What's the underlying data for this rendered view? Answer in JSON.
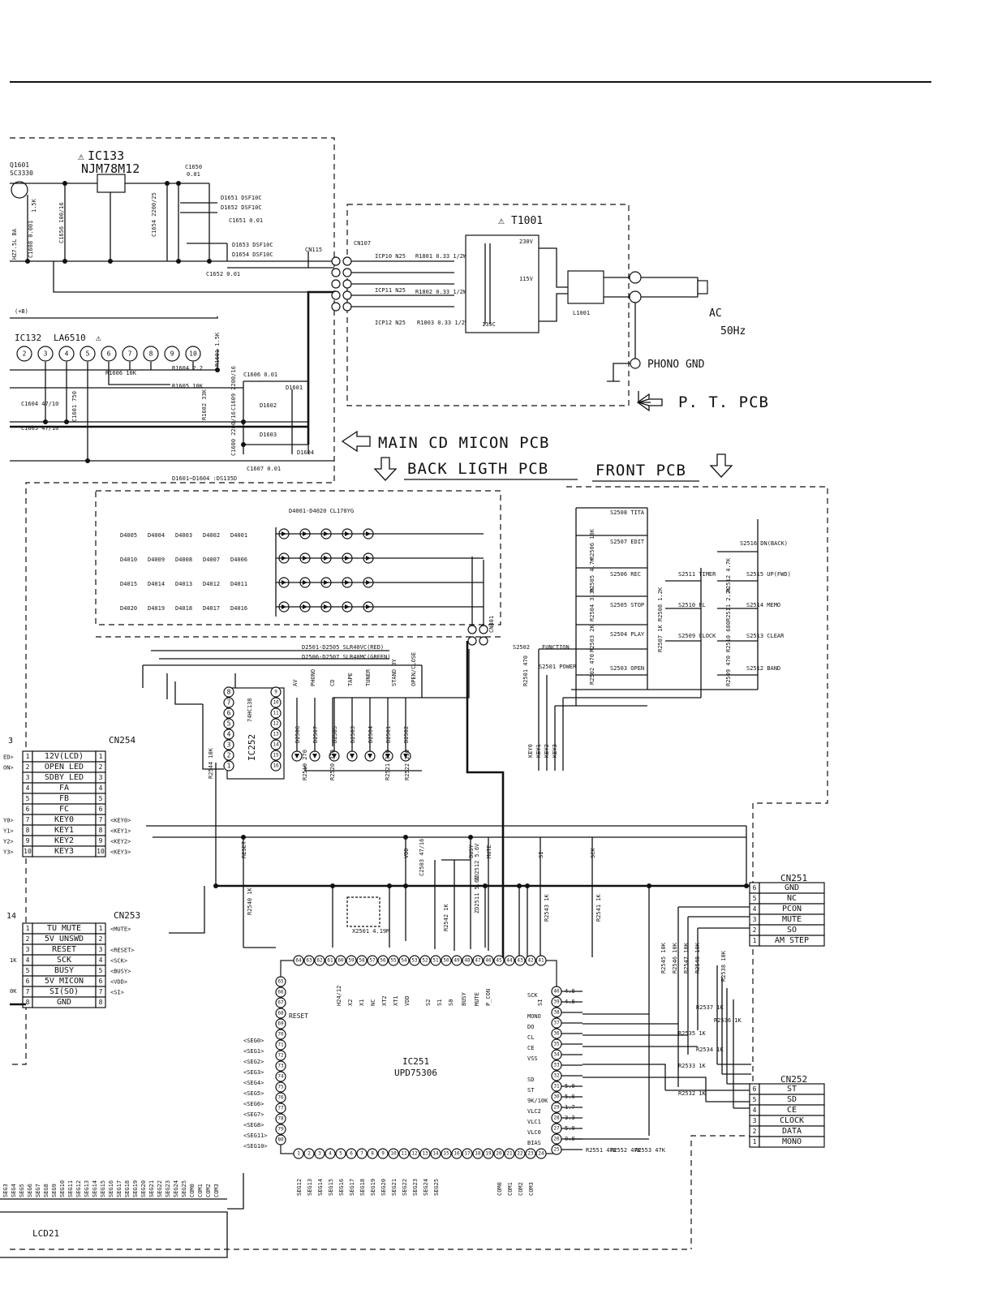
{
  "psu": {
    "ic133": {
      "ref": "IC133",
      "part": "NJM78M12"
    },
    "q1601": {
      "ref": "Q1601",
      "part": "SC3330"
    },
    "r1602": {
      "ref": "R1602",
      "value": "1.5K"
    },
    "c1650": {
      "ref": "C1650",
      "value": "0.01"
    },
    "d1651": "D1651  DSF10C",
    "d1652": "D1652  DSF10C",
    "c1651": "C1651  0.01",
    "c1656": "C1656  100/16",
    "c1654": "C1654  2200/25",
    "d1653": "D1653  DSF10C",
    "d1654": "D1654  DSF10C",
    "c1652": "C1652  0.01",
    "hz": "HZ7.5L BA",
    "c1608": "C1608  0.001",
    "cn115": "CN115",
    "tag_b": "(+B)",
    "ic132": {
      "ref": "IC132",
      "part": "LA6510"
    },
    "r1606": "R1606 10K",
    "r1604": "R1604 2.2",
    "r1605": "R1605 10K",
    "r1601": "R1601 1.5K",
    "c1606": "C1606  0.01",
    "d1601": "D1601",
    "d1602": "D1602",
    "c1604": "C1604 47/10",
    "c1601": "C1601 750",
    "c1605": "C1605 47/10",
    "r1602b": "R1602 33K",
    "c1609": "C1609 2200/16",
    "c1600": "C1600 2200/16",
    "d1603": "D1603",
    "d1604": "D1604",
    "c1607": "C1607  0.01",
    "diodes_note": "D1601~D1604 :DS135D"
  },
  "pt_pcb": {
    "t1001": "T1001",
    "cn107": "CN107",
    "icp10": "ICP10 N25",
    "r1801": "R1801 0.33 1/2W",
    "icp11": "ICP11 N25",
    "r1802": "R1802 0.33 1/2W",
    "icp12": "ICP12 N25",
    "r1803": "R1803 0.33 1/2W",
    "v230": "230V",
    "v115": "115V",
    "c135": "135C",
    "l1001": "L1001",
    "ac": "AC",
    "hz50": "50Hz",
    "phono_gnd": "PHONO GND",
    "label": "P. T.  PCB"
  },
  "boards": {
    "main": "MAIN CD MICON PCB",
    "back": "BACK LIGTH PCB",
    "front": "FRONT PCB"
  },
  "backlight": {
    "title": "D4001-D4020 CL170YG",
    "rows": [
      [
        "D4005",
        "D4004",
        "D4003",
        "D4002",
        "D4001"
      ],
      [
        "D4010",
        "D4009",
        "D4008",
        "D4007",
        "D4006"
      ],
      [
        "D4015",
        "D4014",
        "D4013",
        "D4012",
        "D4011"
      ],
      [
        "D4020",
        "D4019",
        "D4018",
        "D4017",
        "D4016"
      ]
    ],
    "cn401": "CN401"
  },
  "front": {
    "led_note_1": "D2501-D2505 SLR40VC(RED)",
    "led_note_2": "D2506-D2507 SLR40MC(GREEN)",
    "s2502": "S2502",
    "function": "FUNCTION",
    "switches": {
      "s2508": "S2508 TITA",
      "s2507": "S2507 EDIT",
      "s2506": "S2506 REC",
      "s2505": "S2505 STOP",
      "s2504": "S2504 PLAY",
      "s2503": "S2503 OPEN",
      "s2501": "S2501 POWER",
      "s2511": "S2511 TIMER",
      "s2510": "S2510 FL",
      "s2509": "S2509 CLOCK",
      "s2516": "S2516 DN(BACK)",
      "s2515": "S2515 UP(FWD)",
      "s2514": "S2514 MEMO",
      "s2513": "S2513 CLEAR",
      "s2512": "S2512 BAND"
    },
    "resistors": {
      "r2506": "R2506 10K",
      "r2505": "R2505 4.7K",
      "r2504": "R2504 3.3K",
      "r2503": "R2503 2K",
      "r2502": "R2502 470",
      "r2501": "R2501 470",
      "r2508": "R2508 1.2K",
      "r2507": "R2507 1K",
      "r2512": "R2512 4.7K",
      "r2511": "R2511 2.2K",
      "r2510": "R2510 680",
      "r2509": "R2509 470"
    },
    "key_labels": [
      "KEY0",
      "KEY1",
      "KEY2",
      "KEY3"
    ],
    "ic252": {
      "ref": "IC252",
      "part": "74HC138"
    },
    "ic252_pins_bottom": [
      "1",
      "2",
      "3",
      "4",
      "5",
      "6",
      "7",
      "8"
    ],
    "ic252_pins_top": [
      "16",
      "15",
      "14",
      "13",
      "12",
      "11",
      "10",
      "9"
    ],
    "led_labels": [
      "D2506",
      "D2507",
      "D2505",
      "D2503",
      "D2504",
      "D2501",
      "D2502"
    ],
    "func_labels": [
      "AV",
      "PHONO",
      "CD",
      "TAPE",
      "TUNER",
      "STAND BY",
      "OPEN/CLOSE"
    ],
    "r2544": "R2544 10K",
    "r2519": "R2519 270",
    "r2520": "R2520 330",
    "r2521": "R2521 330",
    "r2522": "R2522 330"
  },
  "cn254": {
    "ref": "CN254",
    "pin_count_label": "3",
    "rows": [
      {
        "n": "1",
        "name": "12V(LCD)",
        "ext": "ED"
      },
      {
        "n": "2",
        "name": "OPEN LED",
        "ext": "ON"
      },
      {
        "n": "3",
        "name": "SDBY LED",
        "ext": ""
      },
      {
        "n": "4",
        "name": "FA",
        "ext": ""
      },
      {
        "n": "5",
        "name": "FB",
        "ext": ""
      },
      {
        "n": "6",
        "name": "FC",
        "ext": ""
      },
      {
        "n": "7",
        "name": "KEY0",
        "ext": "Y0"
      },
      {
        "n": "8",
        "name": "KEY1",
        "ext": "Y1"
      },
      {
        "n": "9",
        "name": "KEY2",
        "ext": "Y2"
      },
      {
        "n": "10",
        "name": "KEY3",
        "ext": "Y3"
      }
    ],
    "tags": [
      "KEY0",
      "KEY1",
      "KEY2",
      "KEY3"
    ]
  },
  "cn253": {
    "ref": "CN253",
    "pin_count_label": "14",
    "rows": [
      {
        "n": "1",
        "name": "TU MUTE"
      },
      {
        "n": "2",
        "name": "5V UNSWD"
      },
      {
        "n": "3",
        "name": "RESET"
      },
      {
        "n": "4",
        "name": "SCK"
      },
      {
        "n": "5",
        "name": "BUSY"
      },
      {
        "n": "6",
        "name": "5V MICON"
      },
      {
        "n": "7",
        "name": "SI(SO)"
      },
      {
        "n": "8",
        "name": "GND"
      }
    ],
    "tags": [
      "MUTE",
      "",
      "RESET",
      "SCK",
      "BUSY",
      "VDD",
      "SI",
      ""
    ],
    "side_labels": [
      "1K",
      "0K"
    ]
  },
  "cn251": {
    "ref": "CN251",
    "rows": [
      {
        "n": "6",
        "name": "GND"
      },
      {
        "n": "5",
        "name": "NC"
      },
      {
        "n": "4",
        "name": "PCON"
      },
      {
        "n": "3",
        "name": "MUTE"
      },
      {
        "n": "2",
        "name": "SO"
      },
      {
        "n": "1",
        "name": "AM STEP"
      }
    ]
  },
  "cn252": {
    "ref": "CN252",
    "rows": [
      {
        "n": "6",
        "name": "ST"
      },
      {
        "n": "5",
        "name": "SD"
      },
      {
        "n": "4",
        "name": "CE"
      },
      {
        "n": "3",
        "name": "CLOCK"
      },
      {
        "n": "2",
        "name": "DATA"
      },
      {
        "n": "1",
        "name": "MONO"
      }
    ]
  },
  "ic251": {
    "ref": "IC251",
    "part": "UPD75306",
    "top_pins": [
      "64",
      "63",
      "62",
      "61",
      "60",
      "59",
      "58",
      "57",
      "56",
      "55",
      "54",
      "53",
      "52",
      "51",
      "50",
      "49",
      "48",
      "47",
      "46",
      "45",
      "44",
      "43",
      "42",
      "41"
    ],
    "top_labels": [
      "H24/12",
      "X2",
      "X1",
      "NC",
      "XT2",
      "XT1",
      "VDD",
      "S2",
      "S1",
      "S0",
      "BUSY",
      "MUTE",
      "P_CON",
      "SI"
    ],
    "left_pins": [
      "65",
      "66",
      "67",
      "68",
      "69",
      "70",
      "71",
      "72",
      "73",
      "74",
      "75",
      "76",
      "77",
      "78",
      "79",
      "80"
    ],
    "left_tags": [
      "SEG0",
      "SEG1",
      "SEG2",
      "SEG3",
      "SEG4",
      "SEG5",
      "SEG6",
      "SEG7",
      "SEG8",
      "SEG11",
      "SEG10"
    ],
    "reset": "RESET",
    "right_pins": [
      "40",
      "39",
      "38",
      "37",
      "36",
      "35",
      "34",
      "33",
      "32",
      "31",
      "30",
      "29",
      "28",
      "27",
      "26",
      "25"
    ],
    "right_labels": [
      "SCK",
      "MONO",
      "DO",
      "CL",
      "CE",
      "VSS",
      "SD",
      "ST",
      "9K/10K",
      "VLC2",
      "VLC1",
      "VLC0",
      "BIAS"
    ],
    "right_voltages": [
      "4.8",
      "4.8",
      "5.0",
      "5.0",
      "1.7",
      "3.3",
      "5.0",
      "0.0"
    ],
    "bottom_pins": [
      "1",
      "2",
      "3",
      "4",
      "5",
      "6",
      "7",
      "8",
      "9",
      "10",
      "11",
      "12",
      "13",
      "14",
      "15",
      "16",
      "17",
      "18",
      "19",
      "20",
      "21",
      "22",
      "23",
      "24"
    ],
    "bottom_tags": [
      "SEG12",
      "SEG13",
      "SEG14",
      "SEG15",
      "SEG16",
      "SEG17",
      "SEG18",
      "SEG19",
      "SEG20",
      "SEG21",
      "SEG22",
      "SEG23",
      "SEG24",
      "SEG25",
      "COM0",
      "COM1",
      "COM2",
      "COM3"
    ]
  },
  "misc": {
    "signals_top": [
      "RESET",
      "VDD",
      "BUSY",
      "MUTE",
      "SI",
      "SCK"
    ],
    "r2540": "R2540 1K",
    "r2542": "R2542 1K",
    "r2543": "R2543 1K",
    "r2541": "R2541 1K",
    "x2501": "X2501 4.19M",
    "zd2511": "ZD2511 5.6V",
    "zd2512": "ZD2512 5.6V",
    "c2503": "C2503 47/16",
    "r2545": "R2545 10K",
    "r2546": "R2546 10K",
    "r2547": "R2547 10K",
    "r2548": "R2548 10K",
    "r2538": "R2538 10K",
    "r2537": "R2537 1K",
    "r2536": "R2536 1K",
    "r2535": "R2535 1K",
    "r2534": "R2534 1K",
    "r2533": "R2533 1K",
    "r2532": "R2532 1K",
    "r2551": "R2551 47K",
    "r2552": "R2552 47K",
    "r2553": "R2553 47K",
    "lcd": "LCD21",
    "lcd_tags": [
      "SEG3",
      "SEG4",
      "SEG5",
      "SEG6",
      "SEG7",
      "SEG8",
      "SEG9",
      "SEG10",
      "SEG11",
      "SEG12",
      "SEG13",
      "SEG14",
      "SEG15",
      "SEG16",
      "SEG17",
      "SEG18",
      "SEG19",
      "SEG20",
      "SEG21",
      "SEG22",
      "SEG23",
      "SEG24",
      "SEG25",
      "COM0",
      "COM1",
      "COM2",
      "COM3"
    ]
  }
}
